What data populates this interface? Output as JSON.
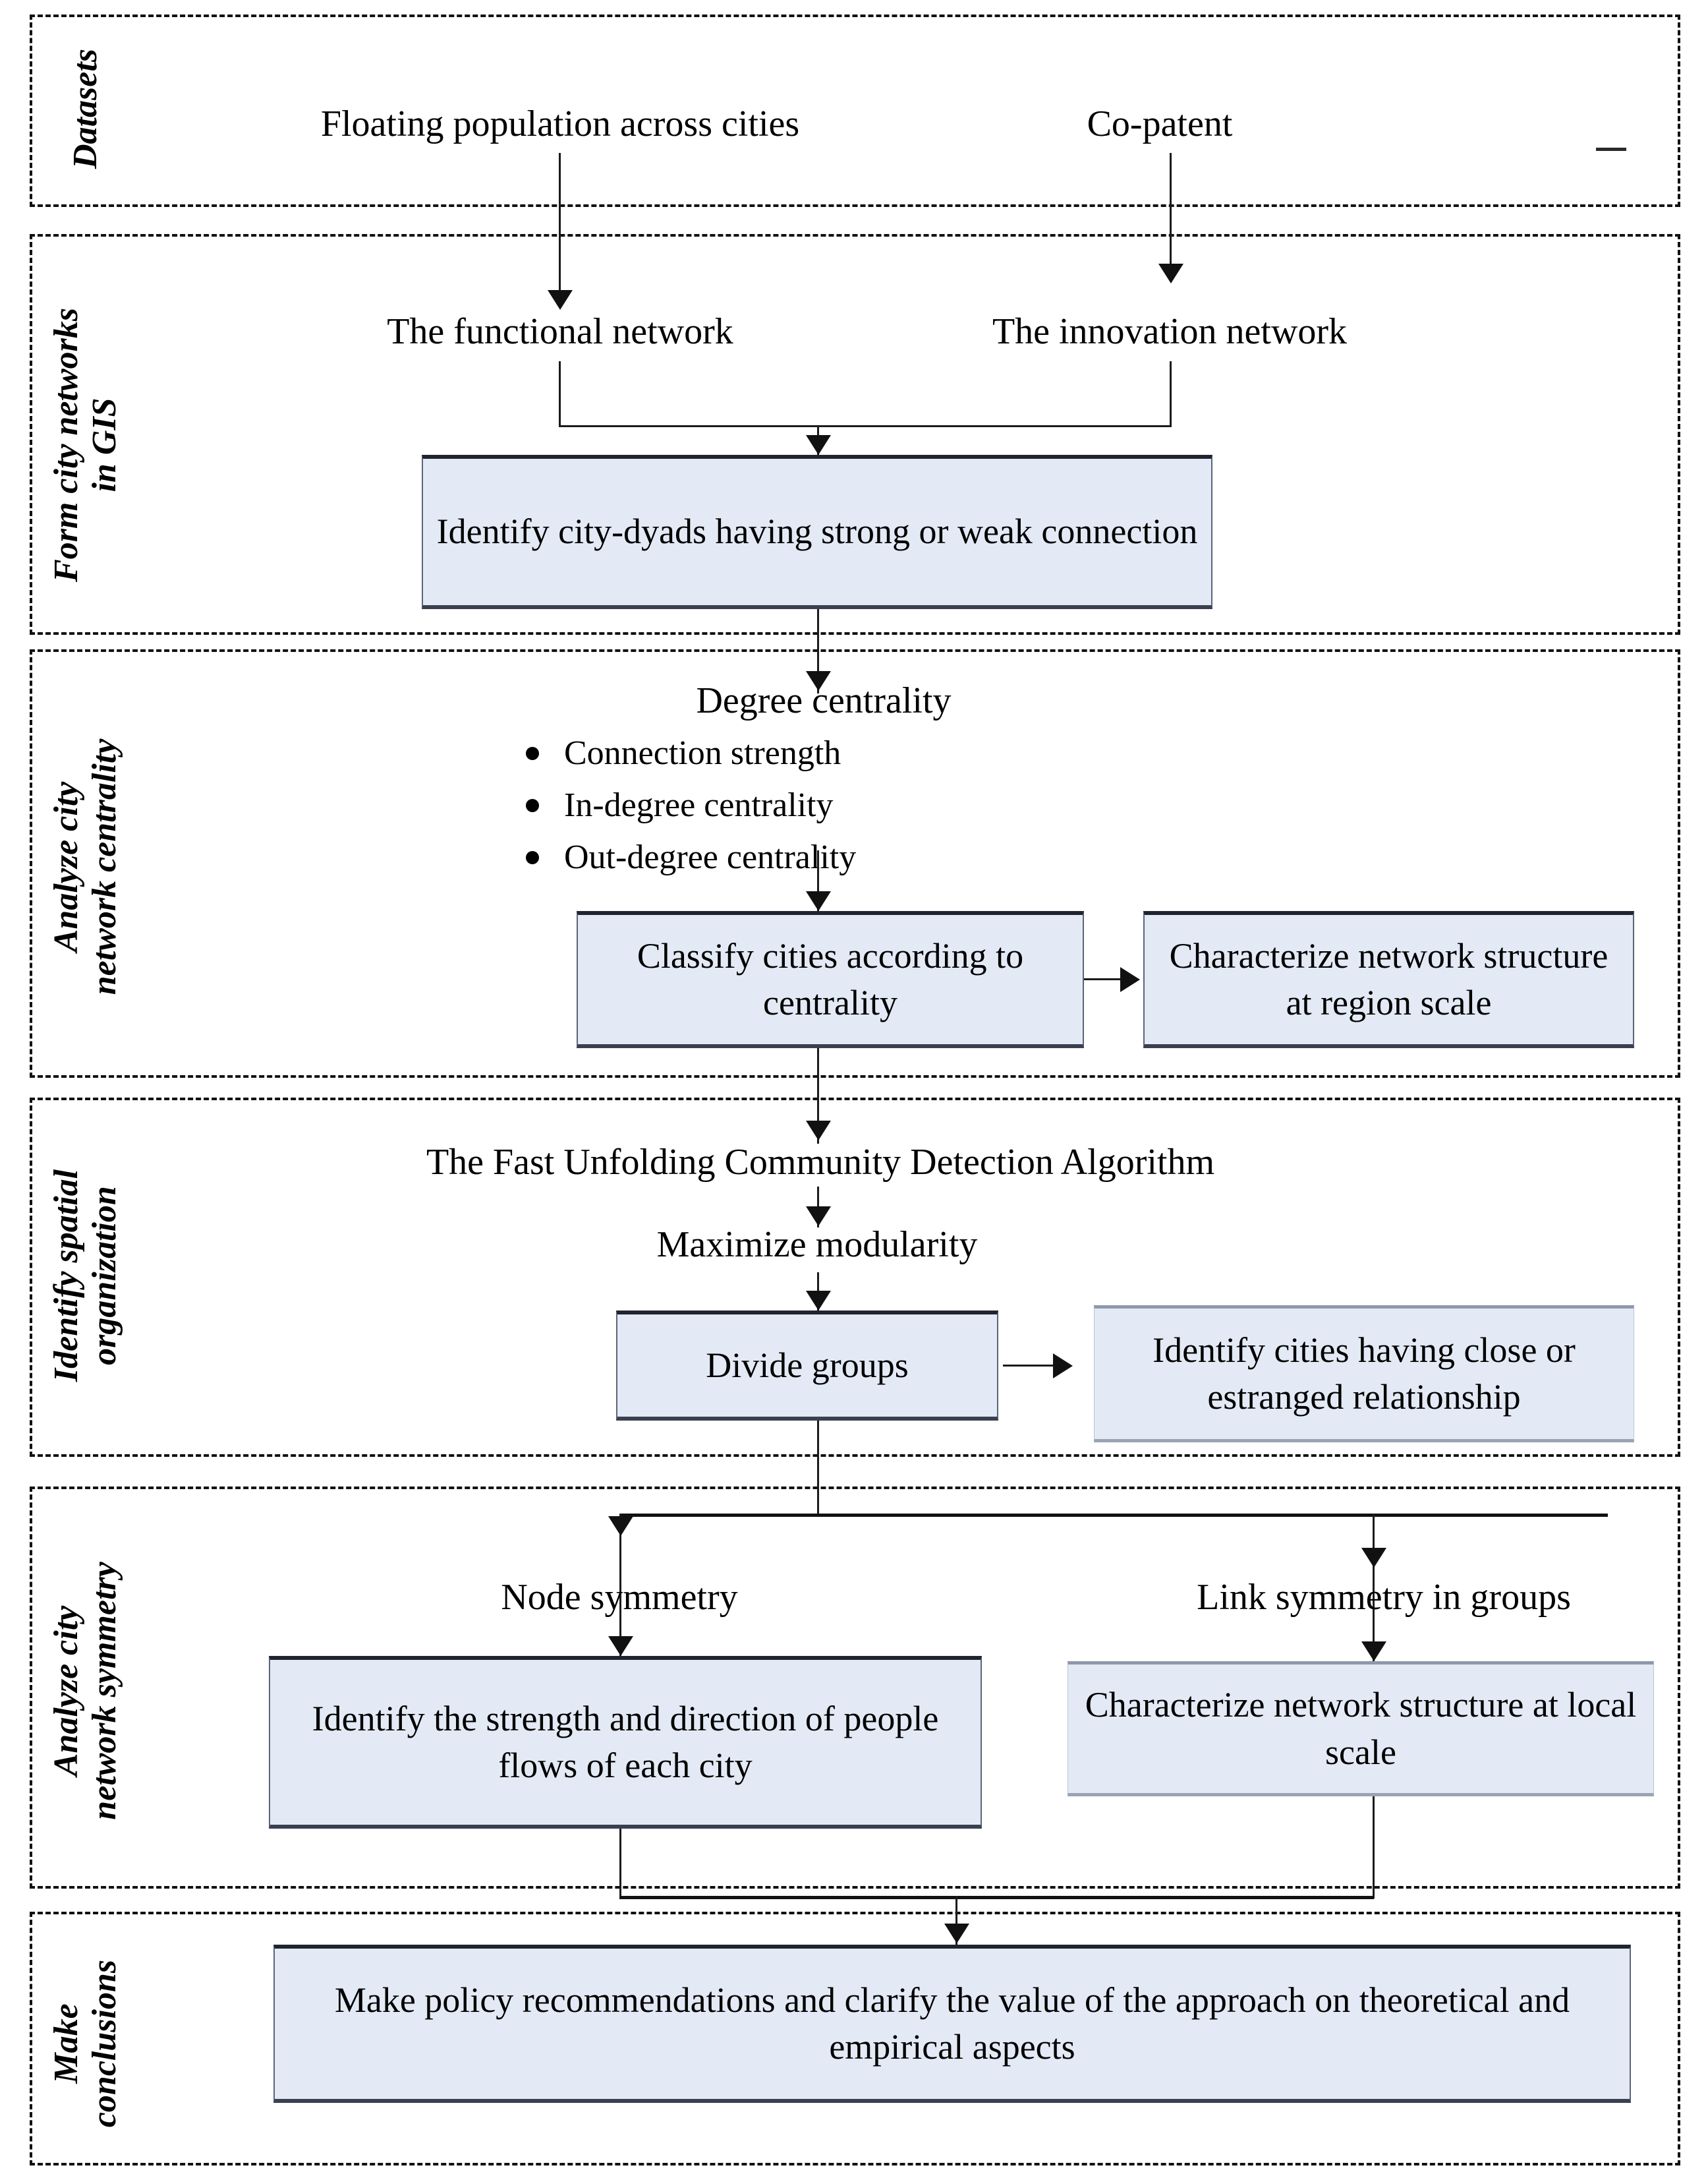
{
  "diagram": {
    "title": "Research framework flowchart",
    "accent_box_fill": "#e3eaf5",
    "accent_box_border": "#5b6478",
    "line_color": "#1b1b1b"
  },
  "stages": [
    {
      "id": "datasets",
      "label": "Datasets"
    },
    {
      "id": "form",
      "label": "Form city networks\nin GIS"
    },
    {
      "id": "centrality",
      "label": "Analyze city\nnetwork centrality"
    },
    {
      "id": "spatial",
      "label": "Identify spatial\norganization"
    },
    {
      "id": "symmetry",
      "label": "Analyze city\nnetwork symmetry"
    },
    {
      "id": "conclusion",
      "label": "Make\nconclusions"
    }
  ],
  "nodes": {
    "floating_population": "Floating population across cities",
    "co_patent": "Co-patent",
    "functional_network": "The functional network",
    "innovation_network": "The innovation network",
    "identify_city_dyads": "Identify  city-dyads having strong or weak connection",
    "degree_centrality_head": "Degree centrality",
    "degree_centrality_items": [
      "Connection strength",
      "In-degree centrality",
      "Out-degree centrality"
    ],
    "classify_cities": "Classify cities according to centrality",
    "characterize_region": "Characterize network structure at region scale",
    "fast_unfolding": "The Fast Unfolding Community Detection Algorithm",
    "maximize_modularity": "Maximize modularity",
    "divide_groups": "Divide groups",
    "identify_close_estranged": "Identify cities having close or estranged relationship",
    "node_symmetry": "Node symmetry",
    "link_symmetry": "Link symmetry in groups",
    "identify_strength_direction": "Identify the strength and direction of people flows of each city",
    "characterize_local": "Characterize network structure at local scale",
    "make_policy": "Make policy recommendations and clarify the value of the approach on theoretical and empirical aspects"
  }
}
